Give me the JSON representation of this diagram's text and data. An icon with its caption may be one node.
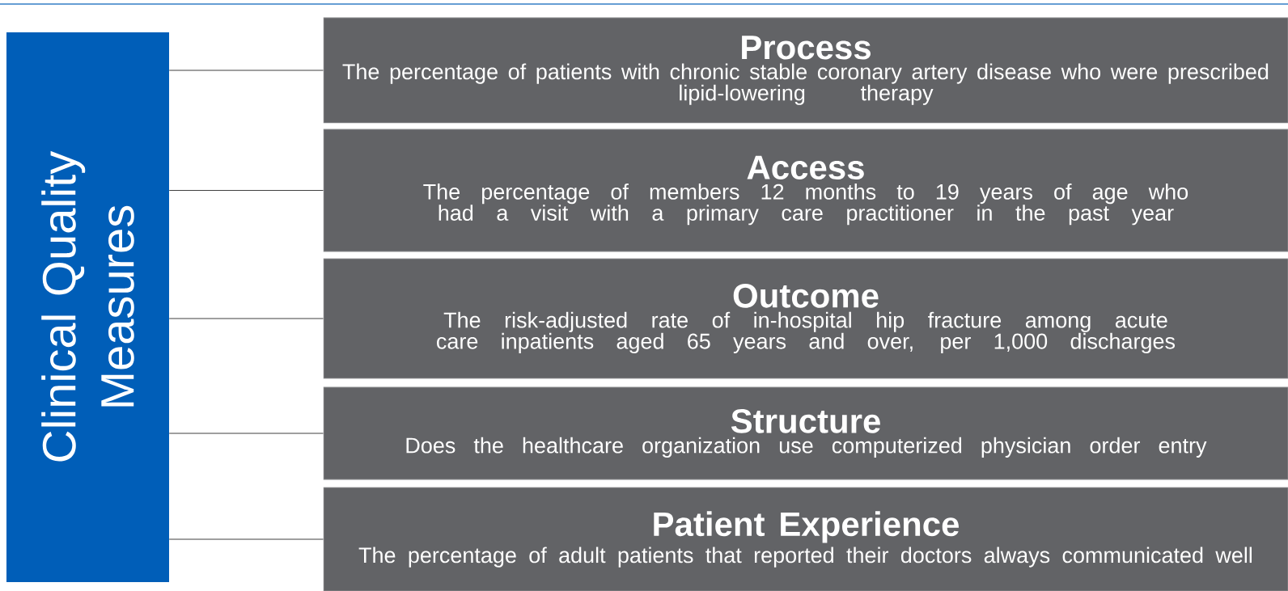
{
  "diagram": {
    "nodes": [
      {
        "text": [
          "Clinical Quality Measures"
        ]
      },
      {
        "text": [
          "Process",
          "The percentage of patients with chronic stable coronary artery disease who were prescribed lipid-lowering therapy"
        ]
      },
      {
        "text": [
          "Access",
          "The percentage of members 12 months to 19 years of age who had a visit with a primary care practitioner in the past year"
        ]
      },
      {
        "text": [
          "Outcome",
          "The risk-adjusted rate of in-hospital hip fracture among acute care inpatients aged 65 years and over, per 1,000 discharges"
        ]
      },
      {
        "text": [
          "Structure",
          "Does the healthcare organization use computerized physician order entry"
        ]
      },
      {
        "text": [
          "Patient Experience",
          "The percentage of adult patients that reported their doctors always communicated well"
        ]
      }
    ],
    "edges": [
      {
        "from": 0,
        "to": 1,
        "arrow": "none"
      },
      {
        "from": 0,
        "to": 2,
        "arrow": "none"
      },
      {
        "from": 0,
        "to": 3,
        "arrow": "none"
      },
      {
        "from": 0,
        "to": 4,
        "arrow": "none"
      },
      {
        "from": 0,
        "to": 5,
        "arrow": "none"
      }
    ]
  }
}
